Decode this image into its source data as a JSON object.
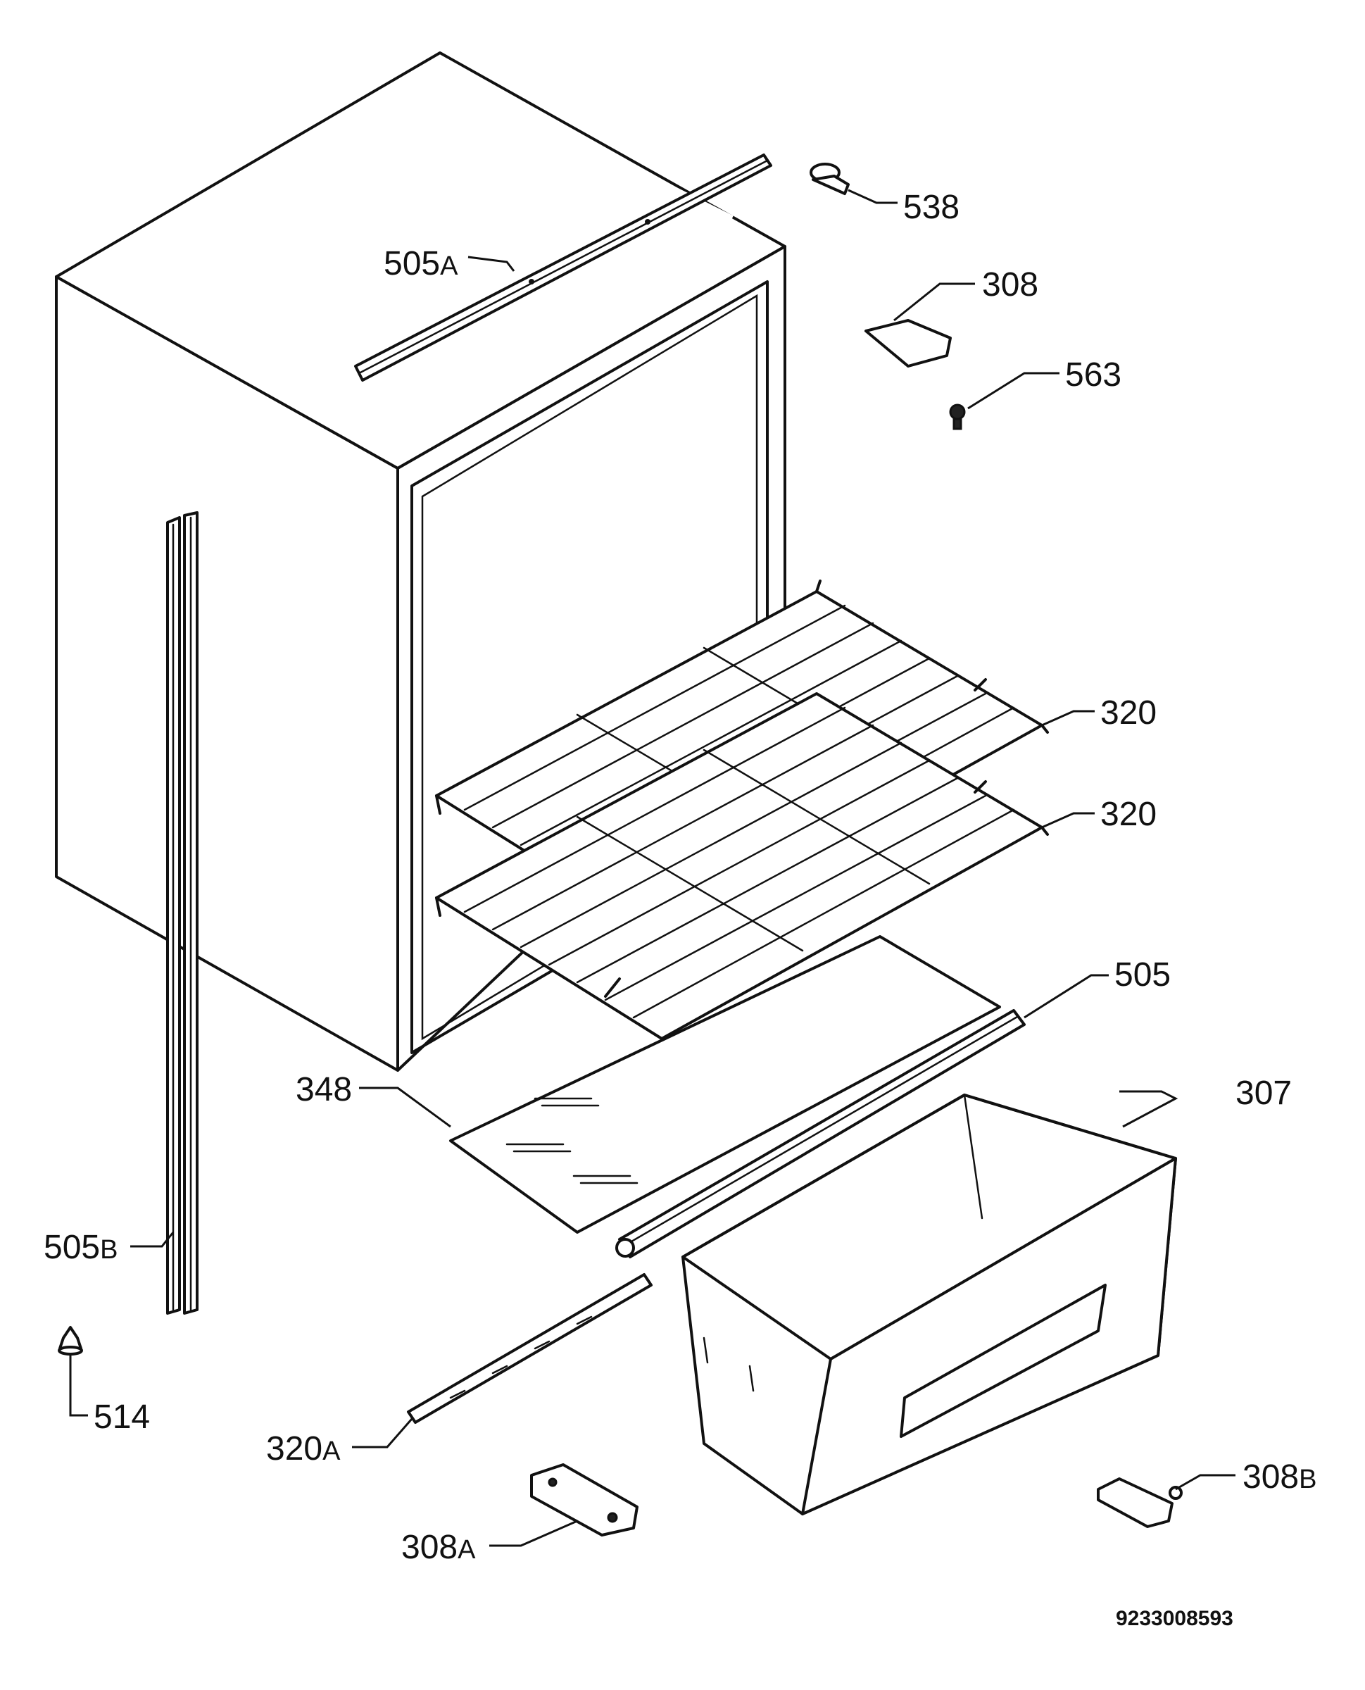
{
  "labels": {
    "l538": "538",
    "l505a_num": "505",
    "l505a_suf": "A",
    "l308": "308",
    "l563": "563",
    "l320_top": "320",
    "l320_mid": "320",
    "l505": "505",
    "l348": "348",
    "l307": "307",
    "l505b_num": "505",
    "l505b_suf": "B",
    "l514": "514",
    "l320a_num": "320",
    "l320a_suf": "A",
    "l308b_num": "308",
    "l308b_suf": "B",
    "l308a_num": "308",
    "l308a_suf": "A"
  },
  "drawing_number": "9233008593"
}
